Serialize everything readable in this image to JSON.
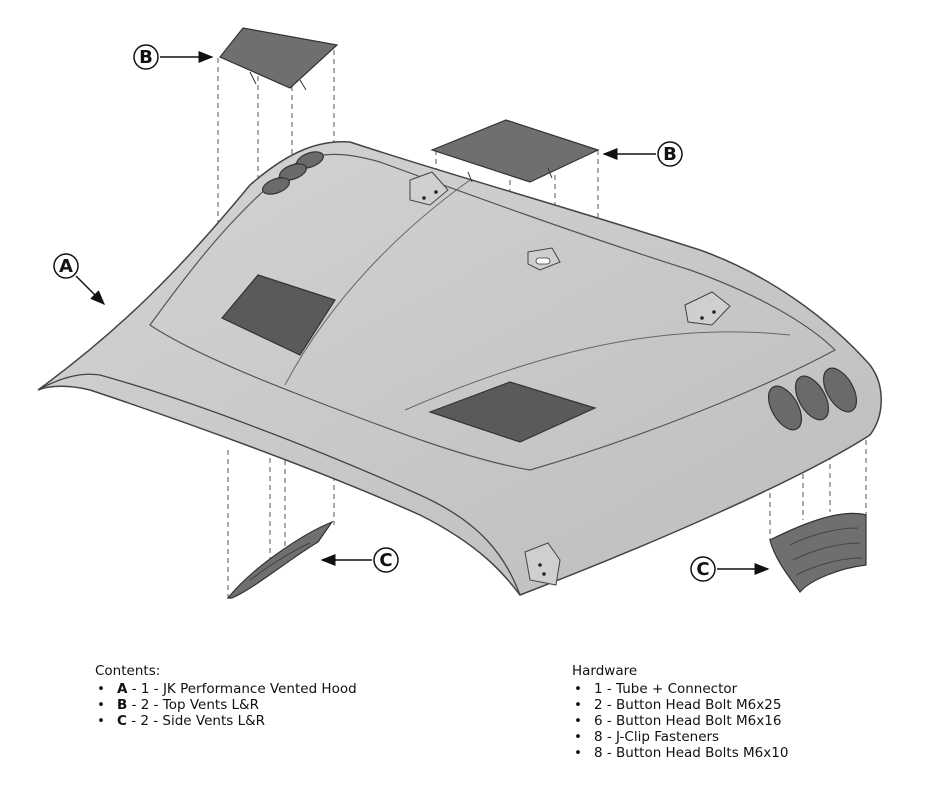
{
  "callouts": {
    "hood": "A",
    "top_vent_left": "B",
    "top_vent_right": "B",
    "side_vent_left": "C",
    "side_vent_right": "C"
  },
  "contents": {
    "heading": "Contents:",
    "items": [
      {
        "key": "A",
        "text": " - 1 - JK Performance Vented Hood"
      },
      {
        "key": "B",
        "text": " - 2 - Top Vents L&R"
      },
      {
        "key": "C",
        "text": " - 2 - Side Vents L&R"
      }
    ]
  },
  "hardware": {
    "heading": "Hardware",
    "items": [
      "1 - Tube + Connector",
      "2 - Button Head Bolt M6x25",
      "6 - Button Head Bolt M6x16",
      "8 - J-Clip Fasteners",
      "8 - Button Head Bolts M6x10"
    ]
  },
  "colors": {
    "hood_fill": "#c9c9c9",
    "hood_stroke": "#444444",
    "vent_fill": "#6f6f6f",
    "vent_dark": "#555555",
    "guide_line": "#555555"
  }
}
